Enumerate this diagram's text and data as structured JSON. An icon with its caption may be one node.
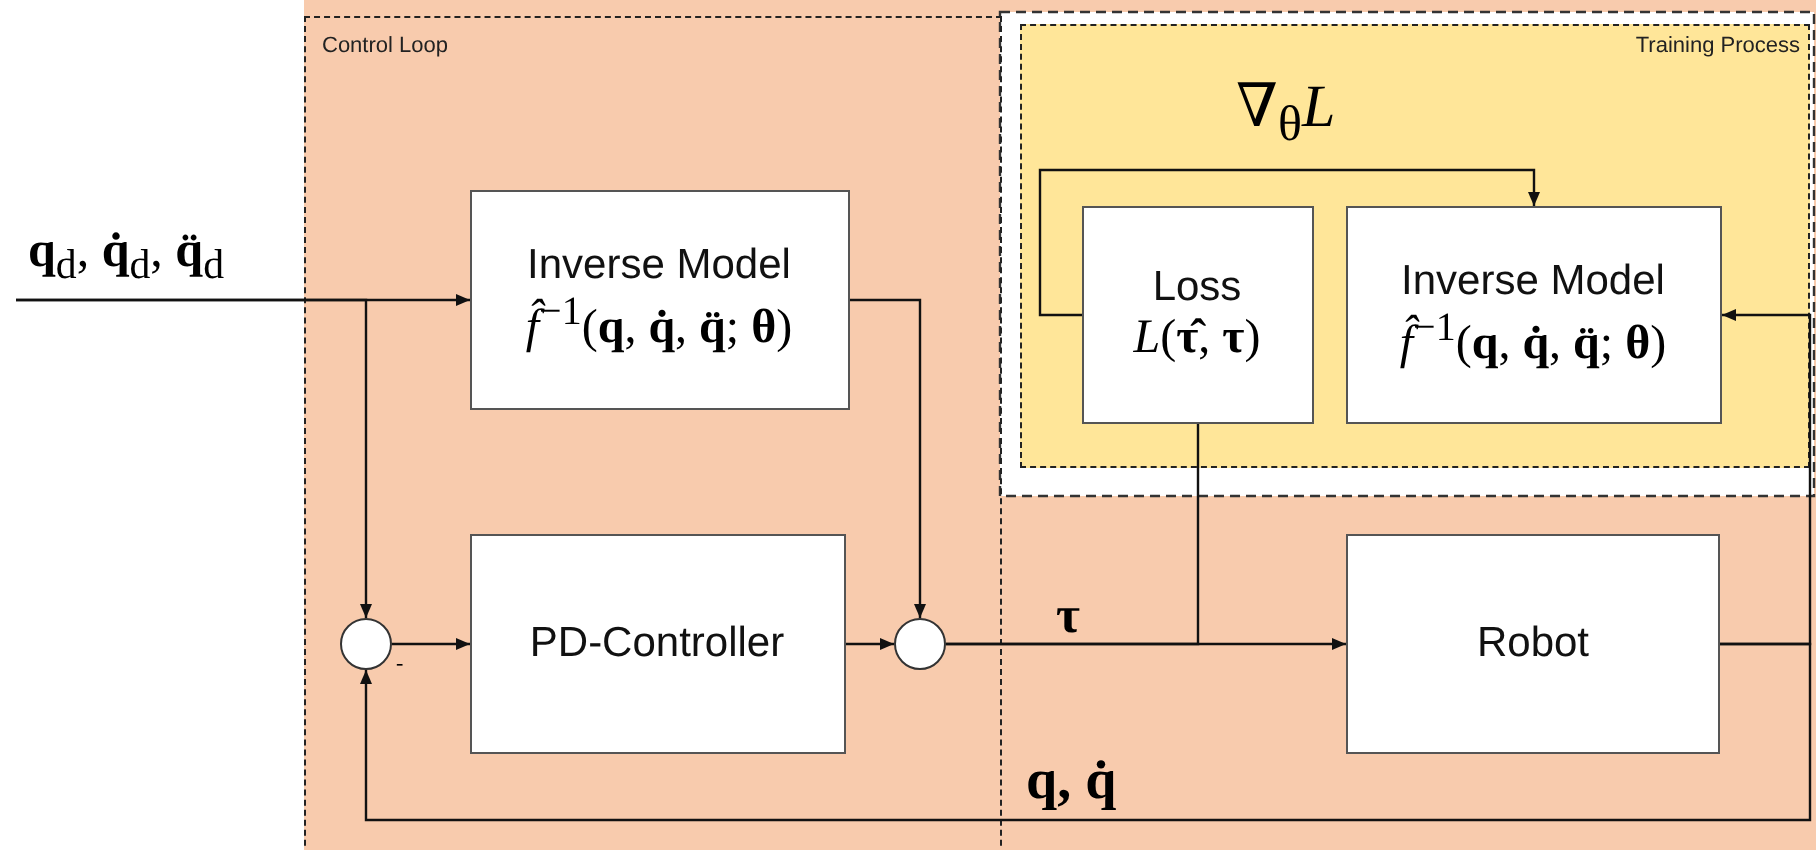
{
  "diagram": {
    "nodes": [
      {
        "text": [
          "Control Loop"
        ]
      },
      {
        "text": [
          "Training Process"
        ]
      },
      {
        "text": [
          "Inverse Model",
          "*f̂*$^{−1}$(**q**, **q̇**, **q̈**; **θ**)"
        ],
        "in": 0
      },
      {
        "text": [
          "PD-Controller"
        ],
        "in": 0
      },
      {
        "text": [],
        "shape": "circle",
        "in": 0
      },
      {
        "text": [],
        "shape": "circle",
        "in": 0
      },
      {
        "text": [
          "Loss",
          "*L*(**τ̂**, **τ**)"
        ],
        "in": 1
      },
      {
        "text": [
          "Inverse Model",
          "*f̂*$^{−1}$(**q**, **q̇**, **q̈**; **θ**)"
        ],
        "in": 1
      },
      {
        "text": [
          "Robot"
        ]
      },
      {
        "text": [
          "**q**$_{d}$, **q̇**$_{d}$, **q̈**$_{d}$"
        ]
      }
    ],
    "edges": [
      {
        "from": 9,
        "to": 2,
        "arrow": "to"
      },
      {
        "from": 9,
        "to": 4,
        "arrow": "to"
      },
      {
        "from": 2,
        "to": 5,
        "arrow": "to"
      },
      {
        "from": 4,
        "to": 3,
        "arrow": "to"
      },
      {
        "from": 3,
        "to": 5,
        "arrow": "to"
      },
      {
        "from": 5,
        "to": 8,
        "arrow": "to",
        "label": "τ"
      },
      {
        "from": 5,
        "to": 6,
        "arrow": "none"
      },
      {
        "from": 8,
        "to": 7,
        "arrow": "to"
      },
      {
        "from": 8,
        "to": 4,
        "arrow": "to",
        "label": "q, q̇"
      },
      {
        "from": 6,
        "to": 7,
        "arrow": "to",
        "label": "∇$_{θ}$*L*"
      }
    ],
    "labels": [
      "-"
    ]
  }
}
